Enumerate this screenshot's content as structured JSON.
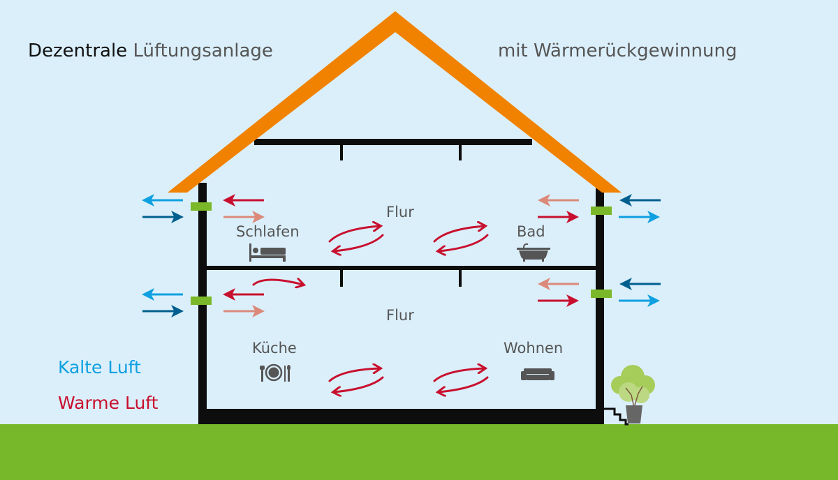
{
  "title": {
    "left_bold": "Dezentrale",
    "left_rest": "Lüftungsanlage",
    "right": "mit Wärmerückgewinnung"
  },
  "rooms": {
    "upper_hall": "Flur",
    "lower_hall": "Flur",
    "bedroom": "Schlafen",
    "bathroom": "Bad",
    "kitchen": "Küche",
    "living": "Wohnen"
  },
  "legend": {
    "cold": "Kalte Luft",
    "warm": "Warme Luft"
  },
  "colors": {
    "sky": "#dbeffb",
    "roof": "#f08200",
    "wall": "#0d0d0d",
    "ground": "#76b82a",
    "vent": "#7ab829",
    "cold_light": "#0ea0e0",
    "cold_dark": "#005f8e",
    "warm_dark": "#c8102e",
    "warm_light": "#db8a7a",
    "icon_gray": "#555555"
  },
  "icons": {
    "bedroom": "bed-icon",
    "bathroom": "bathtub-icon",
    "kitchen": "plate-cutlery-icon",
    "living": "sofa-icon",
    "plant": "potted-plant-icon"
  }
}
